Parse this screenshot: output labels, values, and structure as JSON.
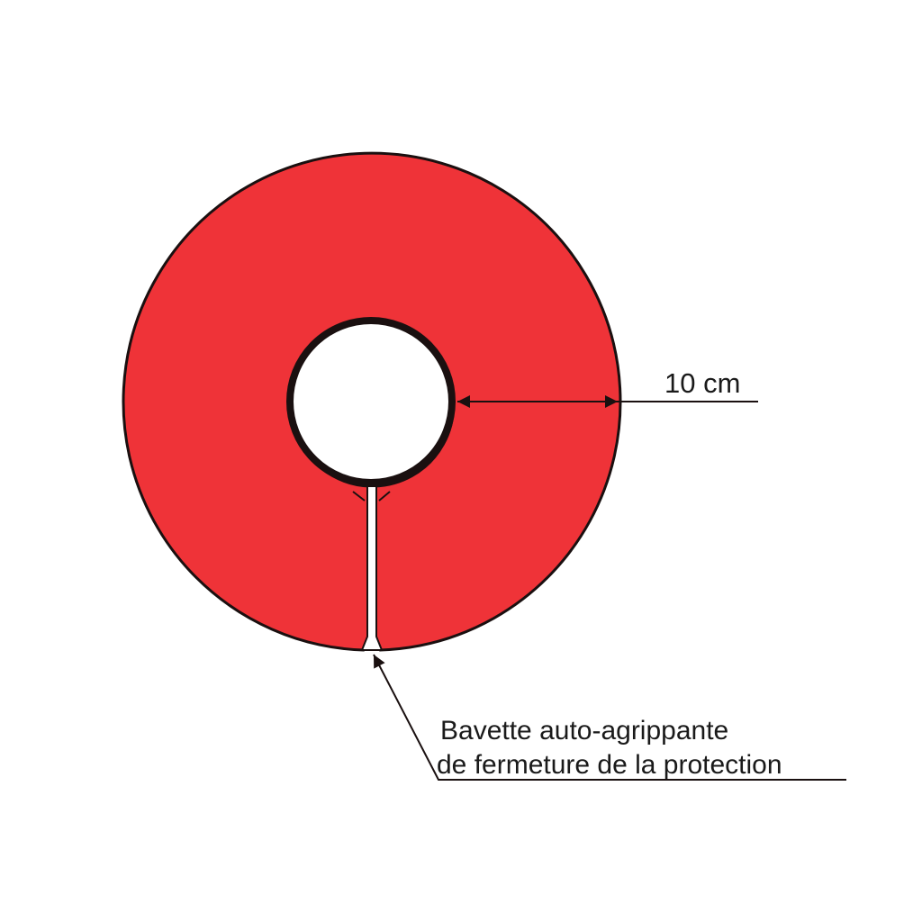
{
  "dimension": {
    "text": "10 cm"
  },
  "callout": {
    "line1": "Bavette auto-agrippante",
    "line2": "de fermeture de la protection"
  },
  "colors": {
    "ring_fill": "#ef3338",
    "outline": "#1a1010",
    "background": "#ffffff"
  }
}
